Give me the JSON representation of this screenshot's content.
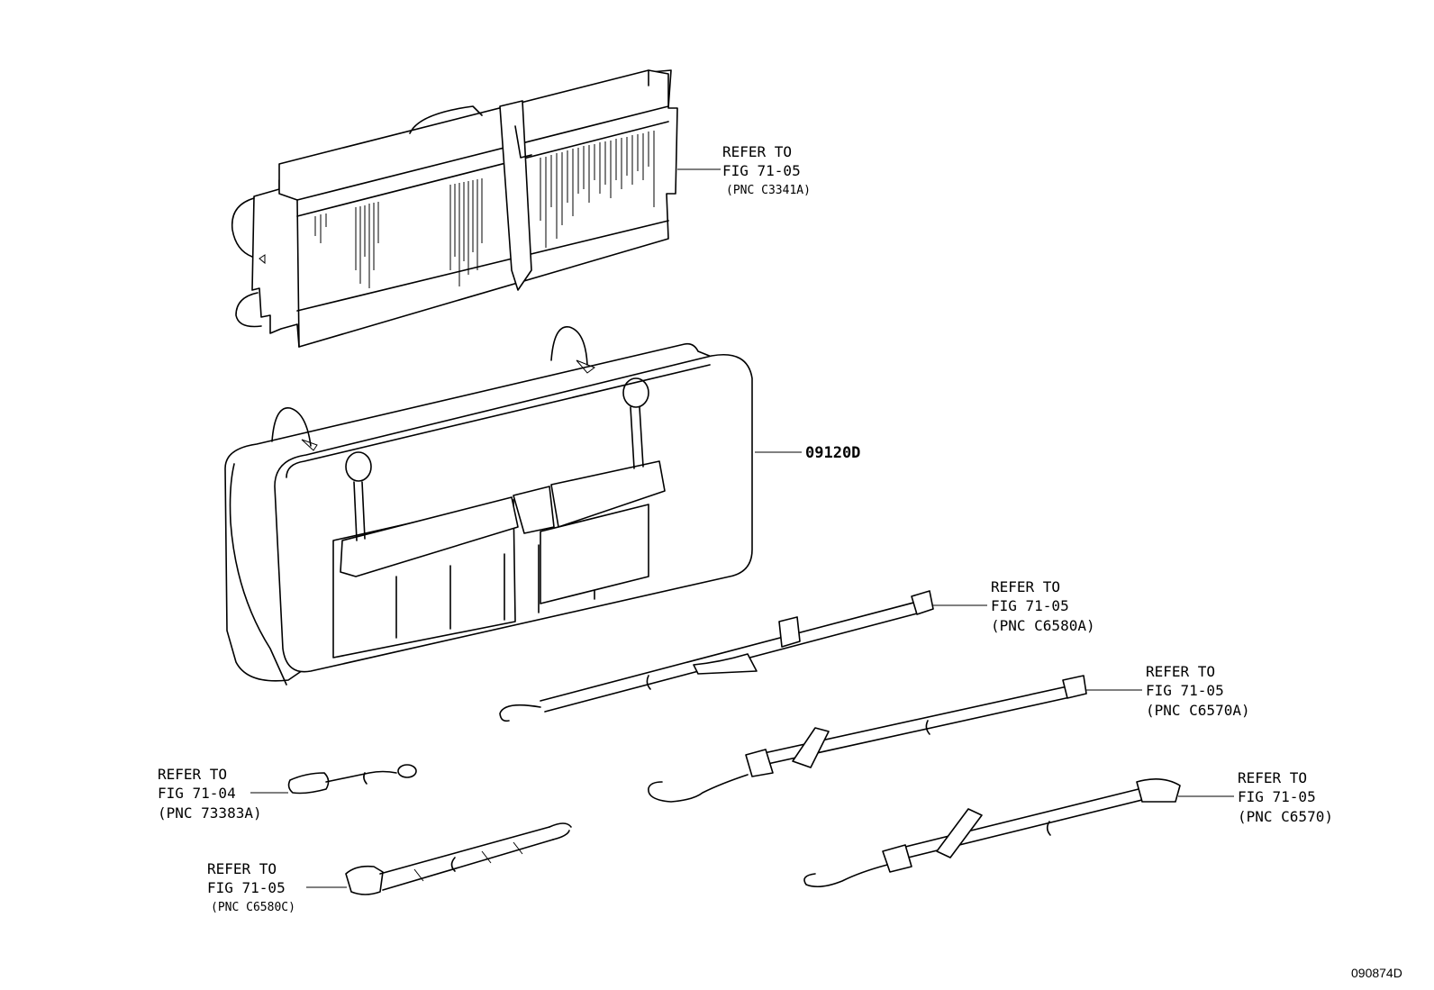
{
  "diagram": {
    "callouts": {
      "rear_panel": {
        "line1": "REFER TO",
        "line2": "FIG 71-05",
        "line3": "(PNC C3341A)"
      },
      "bag_part_number": "09120D",
      "strap_c6580a": {
        "line1": "REFER TO",
        "line2": "FIG 71-05",
        "line3": "(PNC C6580A)"
      },
      "strap_c6570a": {
        "line1": "REFER TO",
        "line2": "FIG 71-05",
        "line3": "(PNC C6570A)"
      },
      "cable_73383a": {
        "line1": "REFER TO",
        "line2": "FIG 71-04",
        "line3": "(PNC 73383A)"
      },
      "strap_c6570": {
        "line1": "REFER TO",
        "line2": "FIG 71-05",
        "line3": "(PNC C6570)"
      },
      "strap_c6580c": {
        "line1": "REFER TO",
        "line2": "FIG 71-05",
        "line3": "(PNC C6580C)"
      }
    },
    "illustration_code": "090874D"
  }
}
